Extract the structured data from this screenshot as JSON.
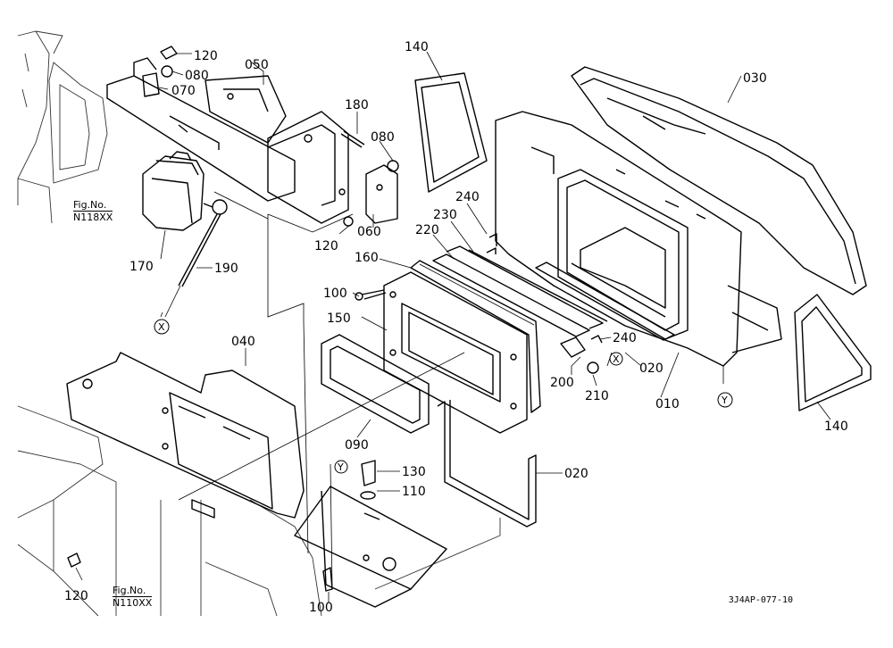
{
  "diagram": {
    "drawing_code": "3J4AP-077-10",
    "figure_refs": [
      {
        "label": "Fig.No.",
        "number": "N118XX"
      },
      {
        "label": "Fig.No.",
        "number": "N110XX"
      }
    ],
    "callouts": {
      "p120a": "120",
      "p080a": "080",
      "p070": "070",
      "p050": "050",
      "p140a": "140",
      "p030": "030",
      "p180": "180",
      "p080b": "080",
      "p240a": "240",
      "p230": "230",
      "p220": "220",
      "p160": "160",
      "p120b": "120",
      "p060": "060",
      "p170": "170",
      "p190": "190",
      "p100a": "100",
      "p150": "150",
      "p040": "040",
      "p240b": "240",
      "p020a": "020",
      "p200": "200",
      "p210": "210",
      "p010": "010",
      "p140b": "140",
      "p090": "090",
      "p130": "130",
      "p110": "110",
      "p020b": "020",
      "p120c": "120",
      "p100b": "100"
    },
    "markers": {
      "x1": "X",
      "x2": "X",
      "y1": "Y",
      "y2": "Y"
    }
  }
}
